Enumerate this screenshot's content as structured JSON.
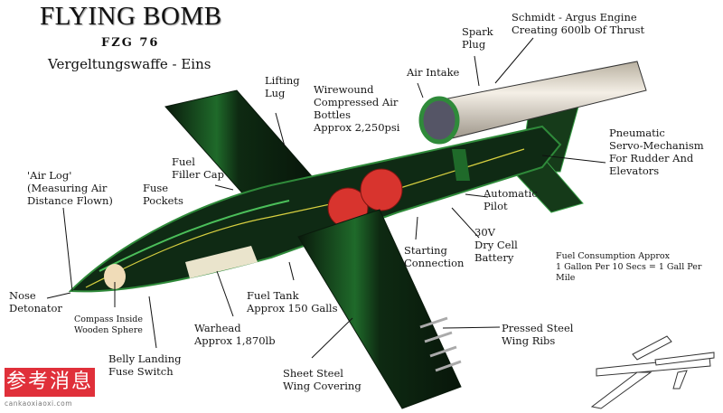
{
  "header": {
    "title": "FLYING BOMB",
    "designation": "FZG 76",
    "subtitle": "Vergeltungswaffe - Eins"
  },
  "labels": {
    "lifting_lug": "Lifting\nLug",
    "bottles": "Wirewound\nCompressed Air\nBottles\nApprox 2,250psi",
    "spark_plug": "Spark\nPlug",
    "engine": "Schmidt - Argus Engine\nCreating 600lb Of Thrust",
    "air_intake": "Air Intake",
    "servo": "Pneumatic\nServo-Mechanism\nFor Rudder And\nElevators",
    "fuel_filler": "Fuel\nFiller Cap",
    "air_log": "'Air Log'\n(Measuring Air\nDistance Flown)",
    "fuse_pockets": "Fuse\nPockets",
    "autopilot": "Automatic\nPilot",
    "battery": "30V\nDry Cell\nBattery",
    "starting": "Starting\nConnection",
    "fuel_consumption": "Fuel Consumption Approx\n1 Gallon Per 10 Secs = 1 Gall Per Mile",
    "nose_detonator": "Nose\nDetonator",
    "compass": "Compass Inside\nWooden Sphere",
    "fuel_tank": "Fuel Tank\nApprox 150 Galls",
    "warhead": "Warhead\nApprox 1,870lb",
    "wing_ribs": "Pressed Steel\nWing Ribs",
    "belly_fuse": "Belly Landing\nFuse Switch",
    "wing_covering": "Sheet Steel\nWing Covering"
  },
  "watermark": {
    "text": "参考消息",
    "url": "cankaoxiaoxi.com"
  },
  "colors": {
    "body": "#0f2a14",
    "green": "#2f8a3a",
    "wire": "#d8d040",
    "tank": "#d8342e",
    "engine": "#ece6da",
    "watermark": "#e0303a"
  }
}
